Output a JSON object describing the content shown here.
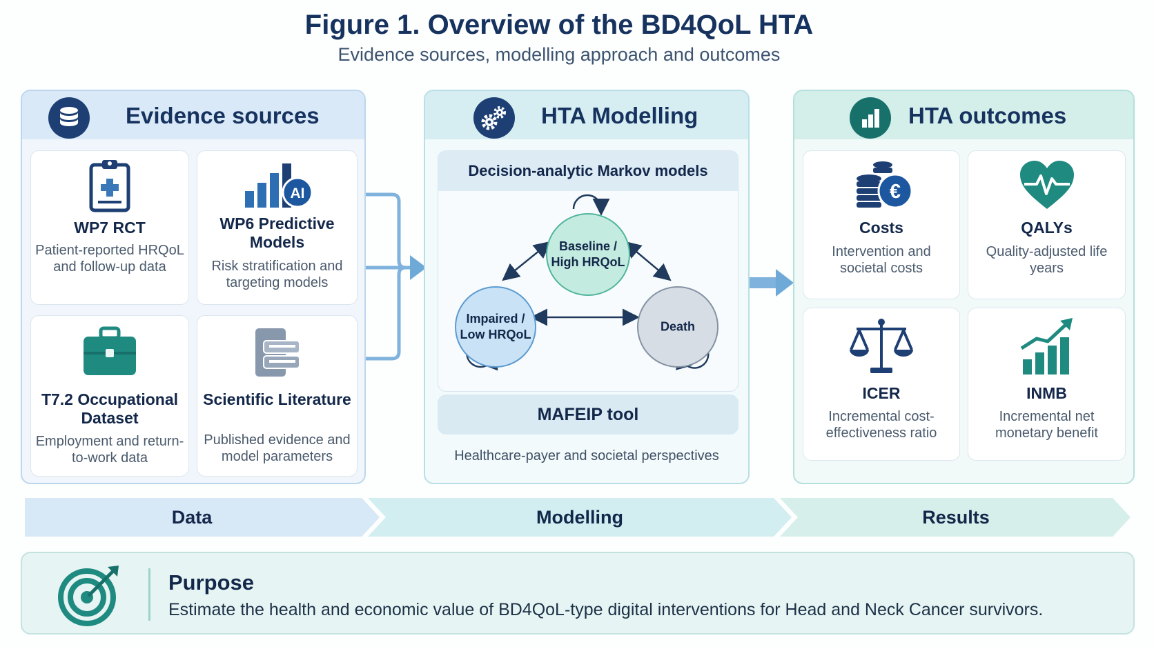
{
  "header": {
    "title": "Figure 1. Overview of the BD4QoL HTA",
    "subtitle": "Evidence sources, modelling approach and outcomes"
  },
  "evidence": {
    "title": "Evidence sources",
    "icon": "database-icon",
    "cards": [
      {
        "name": "WP7 RCT",
        "desc": "Patient-reported HRQoL and follow-up data",
        "icon": "clipboard-medical-icon"
      },
      {
        "name": "WP6 Predictive Models",
        "desc": "Risk stratification and targeting models",
        "icon": "ai-bar-chart-icon",
        "badge": "AI"
      },
      {
        "name": "T7.2 Occupational Dataset",
        "desc": "Employment and return-to-work data",
        "icon": "briefcase-icon"
      },
      {
        "name": "Scientific Literature",
        "desc": "Published evidence and model parameters",
        "icon": "books-icon"
      }
    ]
  },
  "modelling": {
    "title": "HTA Modelling",
    "icon": "gears-icon",
    "markov_title": "Decision-analytic Markov models",
    "states": {
      "baseline": "Baseline / High HRQoL",
      "impaired": "Impaired / Low HRQoL",
      "death": "Death"
    },
    "tool": "MAFEIP tool",
    "perspective": "Healthcare-payer and societal perspectives"
  },
  "outcomes": {
    "title": "HTA outcomes",
    "icon": "bar-chart-icon",
    "cards": [
      {
        "name": "Costs",
        "desc": "Intervention and societal costs",
        "icon": "coins-euro-icon",
        "symbol": "€"
      },
      {
        "name": "QALYs",
        "desc": "Quality-adjusted life years",
        "icon": "heart-pulse-icon"
      },
      {
        "name": "ICER",
        "desc": "Incremental cost-effectiveness ratio",
        "icon": "scales-icon"
      },
      {
        "name": "INMB",
        "desc": "Incremental net monetary benefit",
        "icon": "growth-chart-icon"
      }
    ]
  },
  "stages": [
    "Data",
    "Modelling",
    "Results"
  ],
  "purpose": {
    "title": "Purpose",
    "text": "Estimate the health and economic value of BD4QoL-type digital interventions for Head and Neck Cancer survivors.",
    "icon": "target-icon"
  },
  "colors": {
    "navy": "#16325f",
    "teal": "#1f8a80",
    "blue": "#3a78b8",
    "data_band": "#d7e8f6",
    "model_band": "#d2eef1",
    "results_band": "#d6efea"
  }
}
